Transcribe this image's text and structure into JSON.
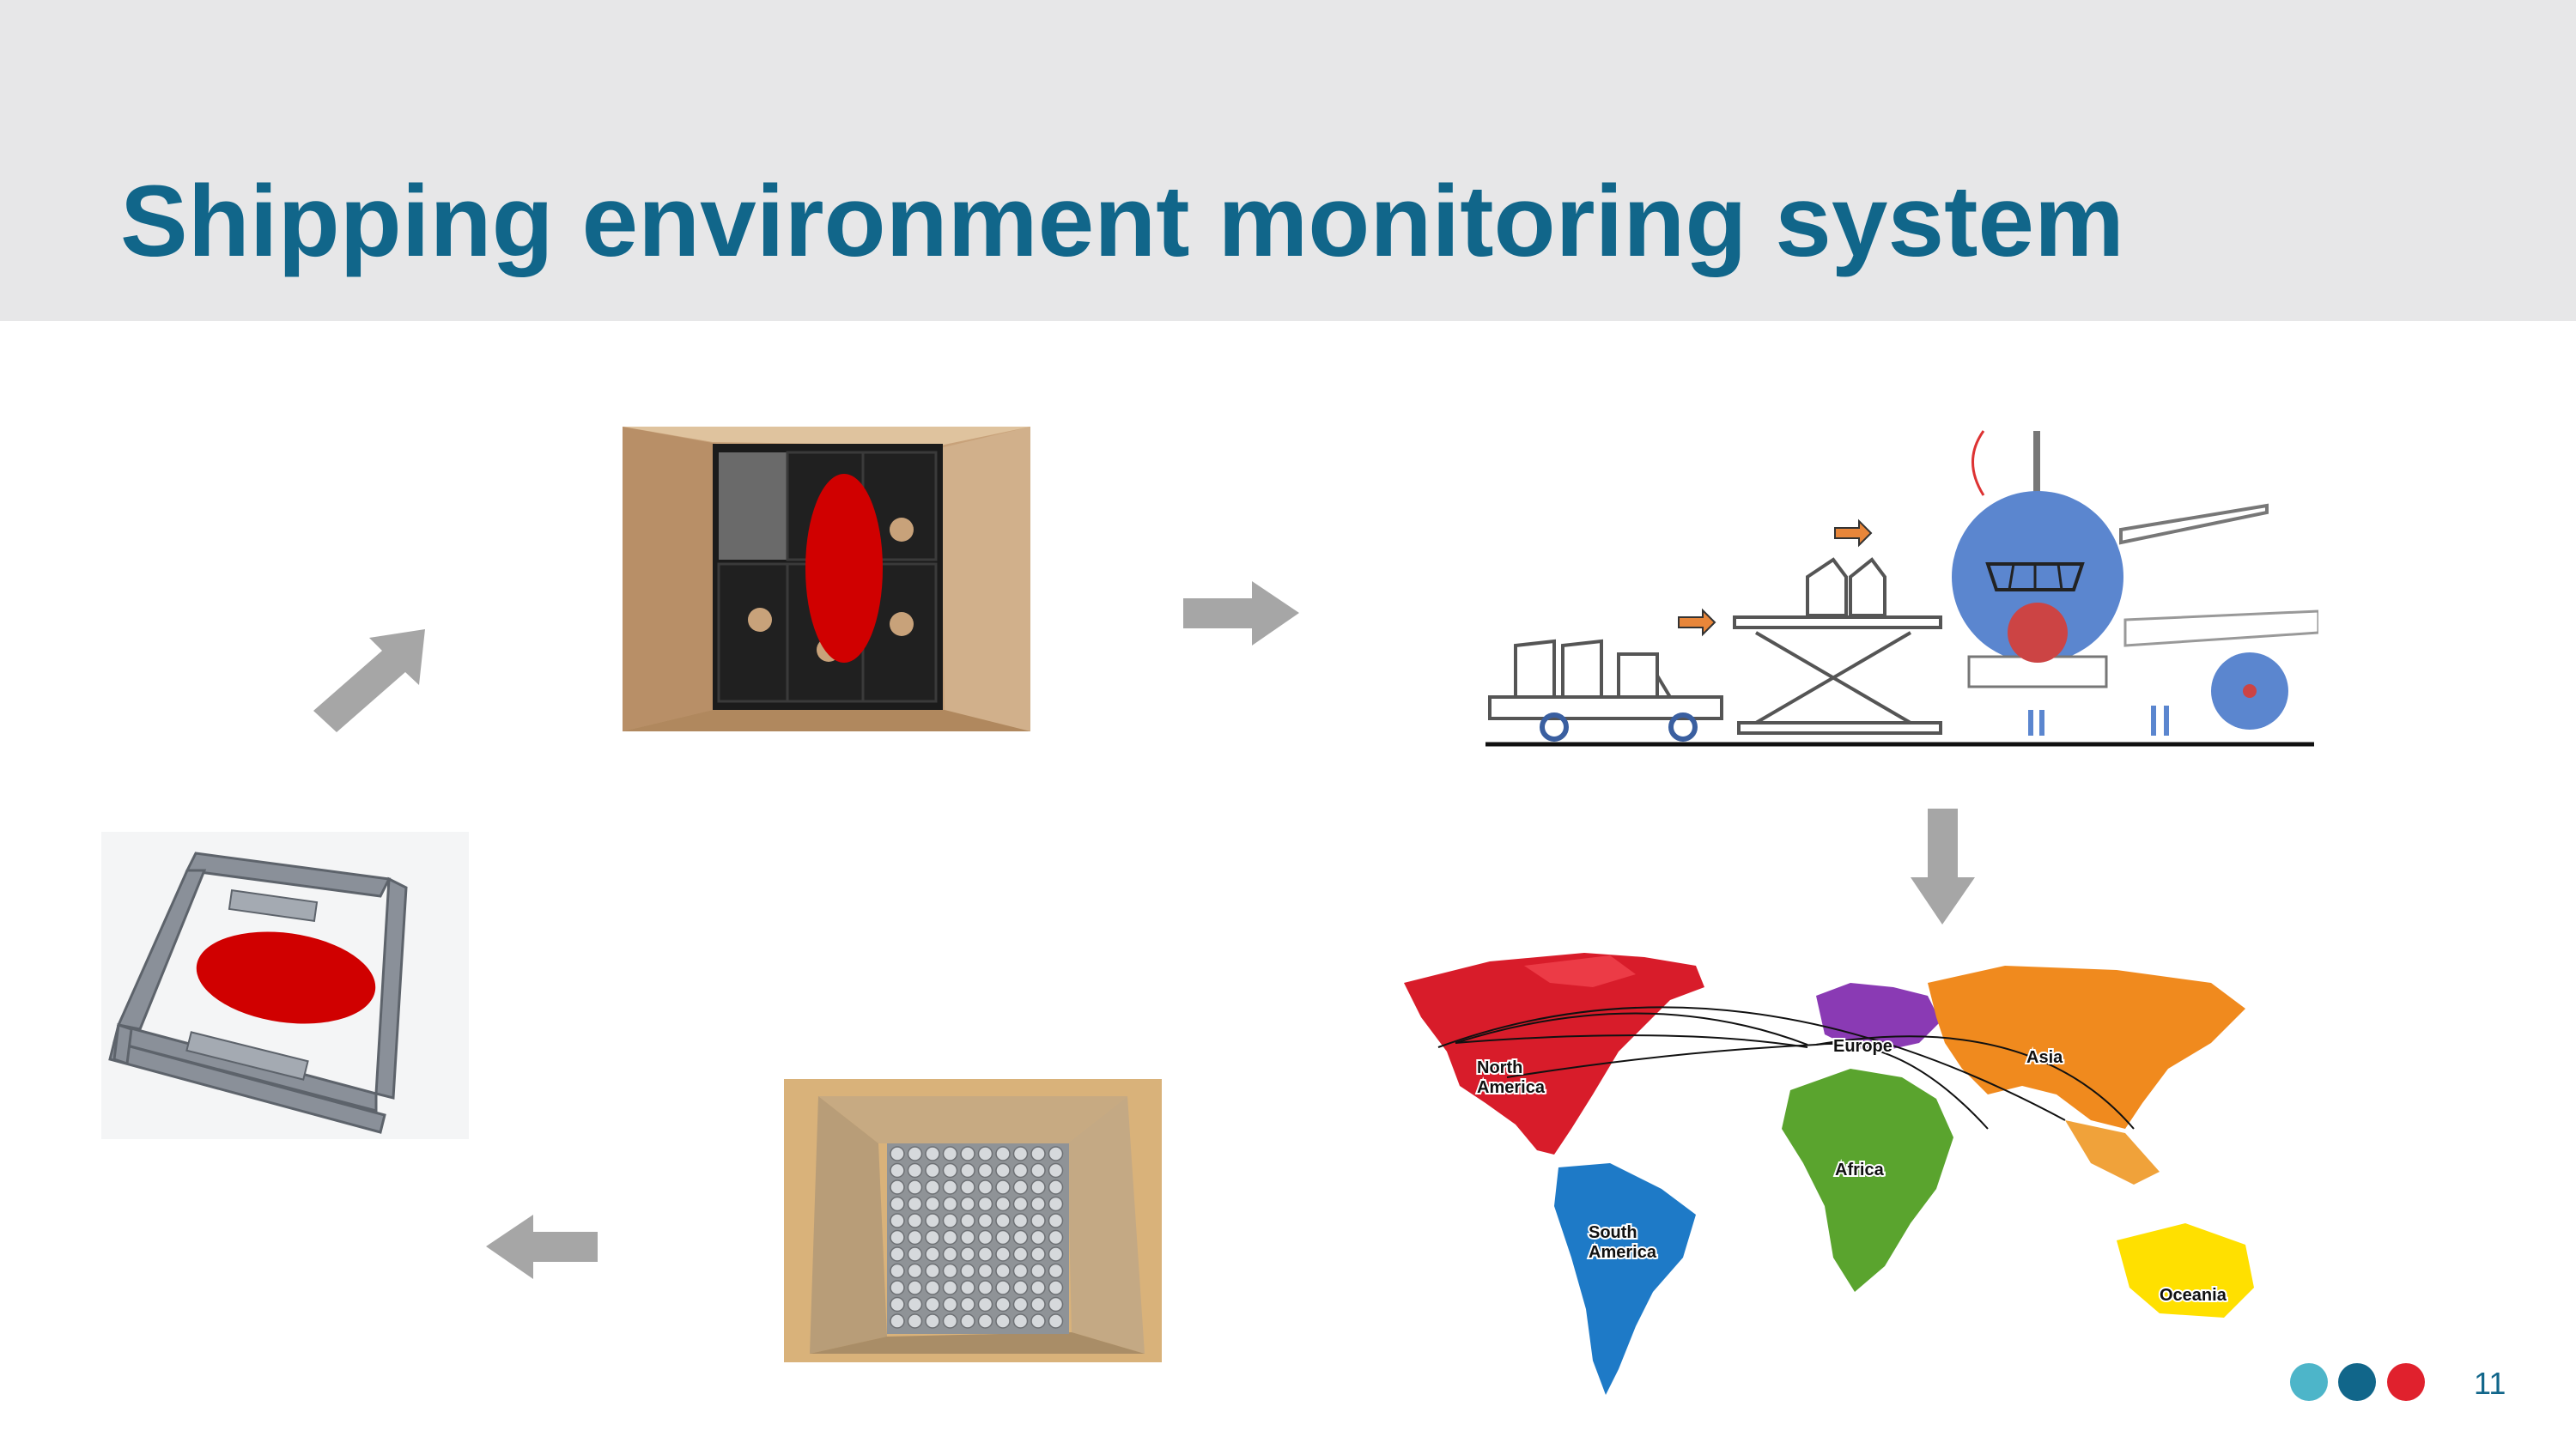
{
  "slide": {
    "title": "Shipping environment monitoring system",
    "page_number": "11"
  },
  "map_labels": {
    "north_america_1": "North",
    "north_america_2": "America",
    "europe": "Europe",
    "asia": "Asia",
    "africa": "Africa",
    "south_america_1": "South",
    "south_america_2": "America",
    "oceania": "Oceania"
  },
  "colors": {
    "title": "#11668a",
    "header_bg": "#e7e7e8",
    "arrow": "#a6a6a6",
    "dot_1": "#4db5c9",
    "dot_2": "#11668a",
    "dot_3": "#e0212d"
  }
}
